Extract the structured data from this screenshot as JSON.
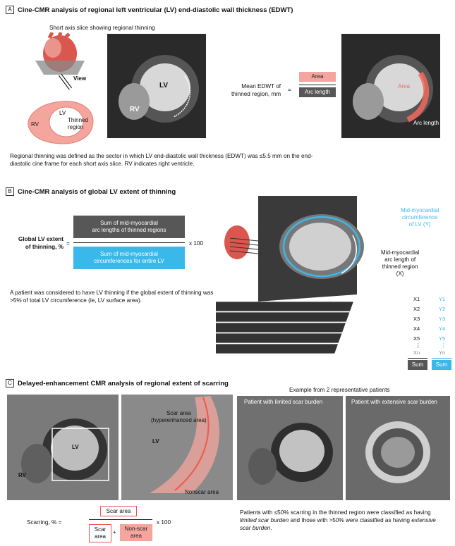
{
  "section_a": {
    "letter": "A",
    "title": "Cine-CMR analysis of regional left ventricular (LV) end-diastolic wall thickness (EDWT)",
    "slice_caption": "Short axis slice showing regional thinning",
    "view_label": "View",
    "lv": "LV",
    "rv": "RV",
    "thinned_region": "Thinned\nregion",
    "mean_edwt": "Mean EDWT of\nthinned region, mm",
    "equals": "=",
    "area_box": "Area",
    "arc_box": "Arc length",
    "img_area": "Area",
    "img_arc": "Arc length",
    "description": "Regional thinning was defined as the sector in which LV end-diastolic wall thickness (EDWT) was ≤5.5 mm on the end-diastolic cine frame for each short axis slice. RV indicates right ventricle."
  },
  "section_b": {
    "letter": "B",
    "title": "Cine-CMR analysis of global LV extent of thinning",
    "global_label": "Global LV extent\nof thinning, %",
    "equals": "=",
    "numerator": "Sum of mid-myocardial\narc lengths of thinned regions",
    "denominator": "Sum of mid-myocardial\ncircumferences for entire LV",
    "times": "x 100",
    "mid_circ": "Mid-myocardial\ncircumference\nof LV (Y)",
    "mid_arc": "Mid-myocardial\narc length of\nthinned region\n(X)",
    "description": "A patient was considered to have LV thinning if the global extent of thinning was >5% of total LV circumference (ie, LV surface area).",
    "x_list": [
      "X1",
      "X2",
      "X3",
      "X4",
      "X5",
      "⋮",
      "Xn"
    ],
    "y_list": [
      "Y1",
      "Y2",
      "Y3",
      "Y4",
      "Y5",
      "⋮",
      "Yn"
    ],
    "sum_x": "Sum",
    "sum_y": "Sum"
  },
  "section_c": {
    "letter": "C",
    "title": "Delayed-enhancement CMR analysis of regional extent of scarring",
    "lv": "LV",
    "rv": "RV",
    "lv_zoom": "LV",
    "scar_area_label": "Scar area\n(hyperenhanced area)",
    "nonscar_label": "Nonscar area",
    "example_caption": "Example from 2 representative patients",
    "limited": "Patient with limited scar burden",
    "extensive": "Patient with extensive scar burden",
    "scarring": "Scarring, % =",
    "scar_area": "Scar area",
    "scar_area2": "Scar\narea",
    "plus": "+",
    "nonscar_area": "Non-scar\narea",
    "times": "x 100",
    "description_1": "Patients with ≤50% scarring in the thinned region were classified as having ",
    "description_2": "limited scar burden",
    "description_3": " and those with >50% were classified as having ",
    "description_4": "extensive scar burden",
    "description_5": "."
  }
}
